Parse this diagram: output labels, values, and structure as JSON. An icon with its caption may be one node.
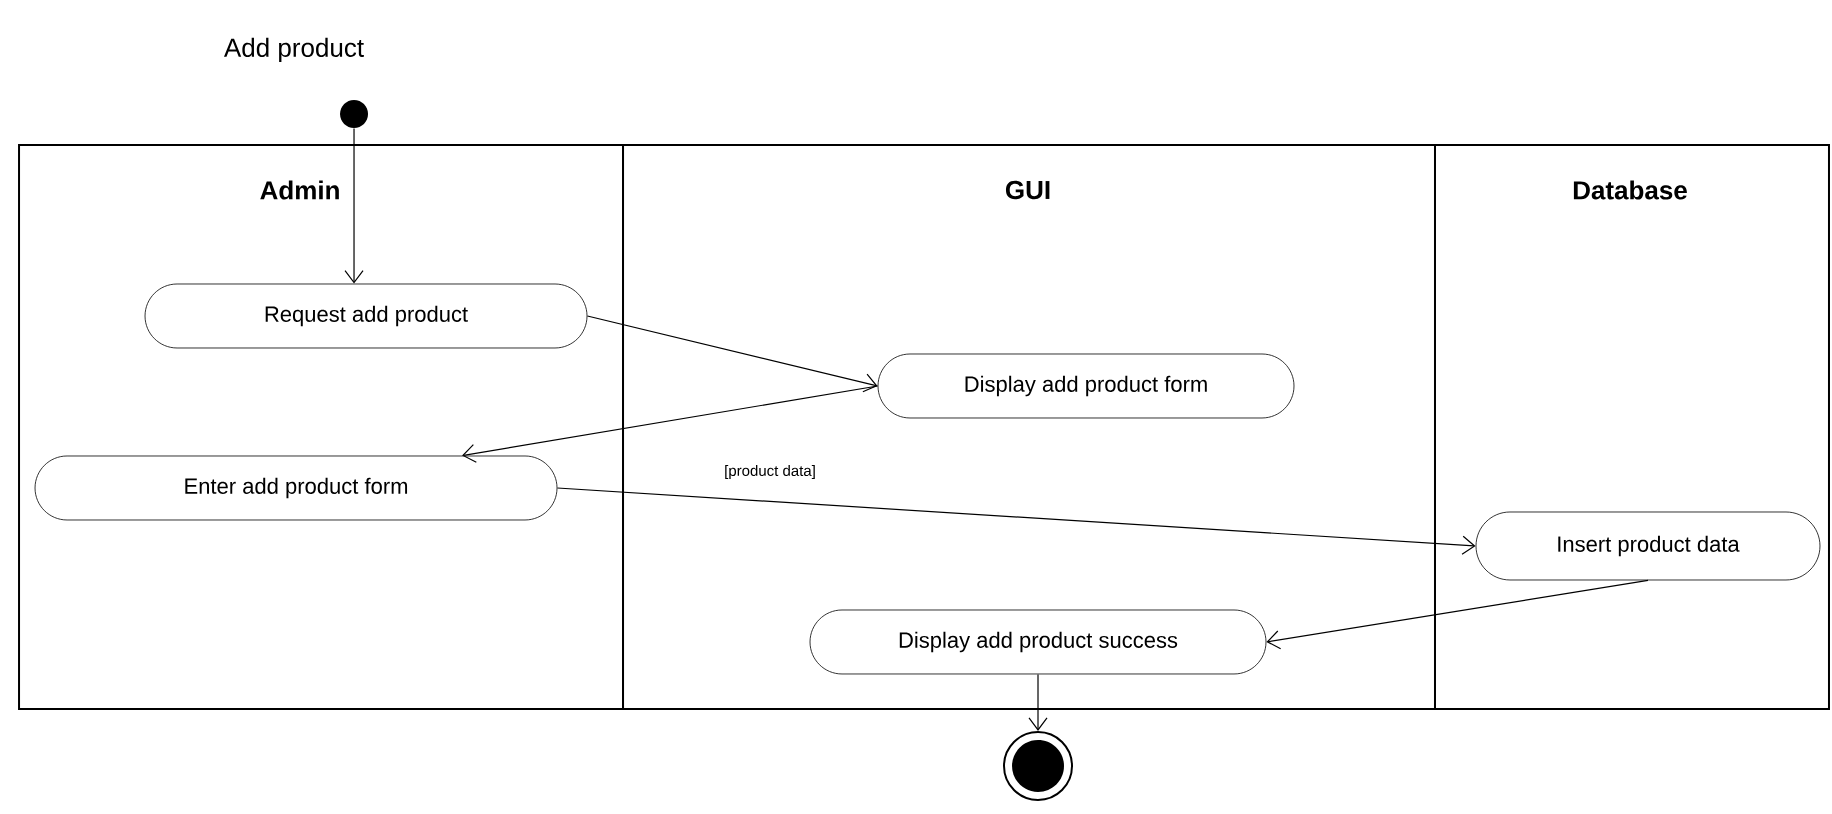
{
  "diagram": {
    "nodes": [
      {
        "text": [
          "Admin"
        ]
      },
      {
        "text": [
          "GUI"
        ]
      },
      {
        "text": [
          "Database"
        ]
      },
      {
        "text": [],
        "shape": "circle",
        "beside": [
          "Add product"
        ]
      },
      {
        "text": [
          "Request add product"
        ],
        "in": 0
      },
      {
        "text": [
          "Display add product form"
        ],
        "in": 1
      },
      {
        "text": [
          "Enter add product form"
        ],
        "in": 0
      },
      {
        "text": [
          "Insert product data"
        ],
        "in": 2
      },
      {
        "text": [
          "Display add product success"
        ],
        "in": 1
      },
      {
        "text": [],
        "shape": "circle"
      }
    ],
    "edges": [
      {
        "from": 3,
        "to": 4,
        "arrow": "to"
      },
      {
        "from": 4,
        "to": 5,
        "arrow": "to"
      },
      {
        "from": 5,
        "to": 6,
        "arrow": "to"
      },
      {
        "from": 6,
        "to": 7,
        "arrow": "to",
        "label": "[product data]"
      },
      {
        "from": 7,
        "to": 8,
        "arrow": "to"
      },
      {
        "from": 8,
        "to": 9,
        "arrow": "to"
      }
    ]
  }
}
